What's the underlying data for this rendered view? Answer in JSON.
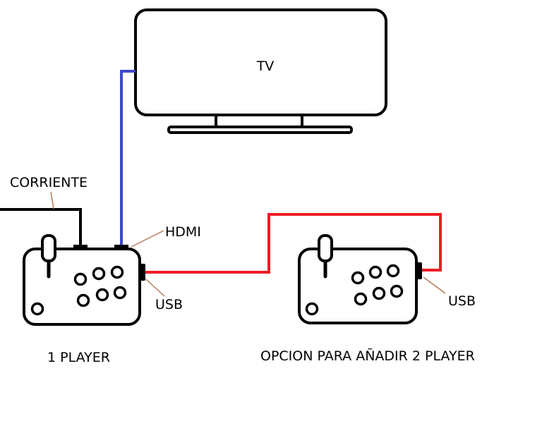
{
  "labels": {
    "tv": "TV",
    "power": "CORRIENTE",
    "hdmi": "HDMI",
    "usb_p1": "USB",
    "usb_p2": "USB",
    "player1": "1 PLAYER",
    "player2": "OPCION PARA AÑADIR 2 PLAYER"
  },
  "colors": {
    "outline": "#000000",
    "hdmi_cable": "#3f48cc",
    "usb_cable": "#ed1c24",
    "leader": "#b97a57"
  }
}
